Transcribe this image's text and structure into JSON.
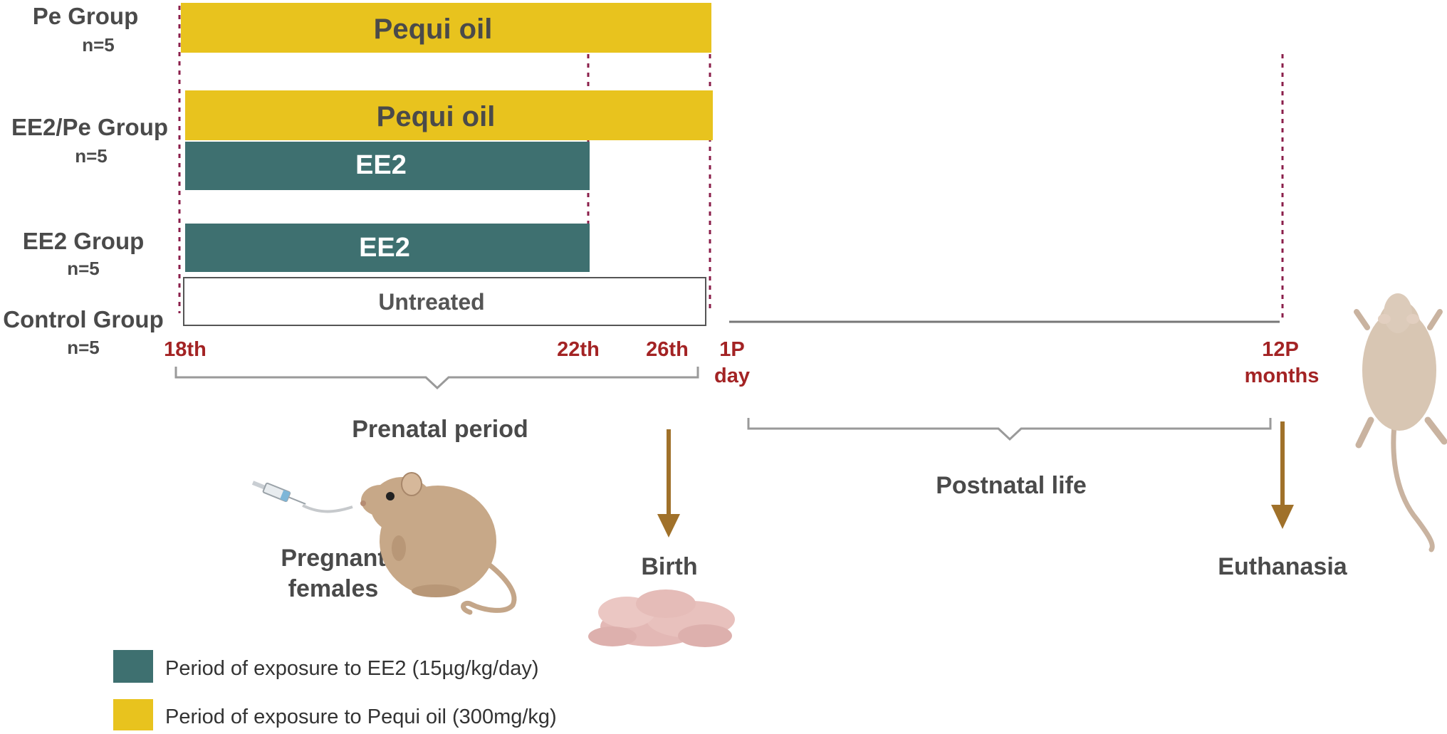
{
  "colors": {
    "pequi": "#e8c31e",
    "ee2": "#3e7070",
    "day_red": "#a32324",
    "dashed": "#8b1f4b",
    "arrow": "#a0712a",
    "bracket": "#9a9a9a",
    "text": "#4a4a4a"
  },
  "groups": [
    {
      "name": "Pe Group",
      "n": "n=5"
    },
    {
      "name": "EE2/Pe Group",
      "n": "n=5"
    },
    {
      "name": "EE2 Group",
      "n": "n=5"
    },
    {
      "name": "Control Group",
      "n": "n=5"
    }
  ],
  "bars": {
    "pe_pequi": "Pequi oil",
    "ee2pe_pequi": "Pequi oil",
    "ee2pe_ee2": "EE2",
    "ee2_ee2": "EE2",
    "control": "Untreated"
  },
  "timeline": {
    "d18": "18th",
    "d22": "22th",
    "d26": "26th",
    "p1_top": "1P",
    "p1_bottom": "day",
    "p12_top": "12P",
    "p12_bottom": "months"
  },
  "periods": {
    "prenatal": "Prenatal period",
    "postnatal": "Postnatal life",
    "birth": "Birth",
    "euthanasia": "Euthanasia",
    "pregnant_line1": "Pregnant",
    "pregnant_line2": "females"
  },
  "icons": [
    "syringe-icon",
    "pregnant-rat-icon",
    "pups-icon",
    "adult-rat-icon",
    "down-arrow-icon"
  ],
  "legend": [
    {
      "color": "#3e7070",
      "label": "Period of exposure  to EE2 (15µg/kg/day)"
    },
    {
      "color": "#e8c31e",
      "label": "Period of exposure  to Pequi oil (300mg/kg)"
    }
  ]
}
